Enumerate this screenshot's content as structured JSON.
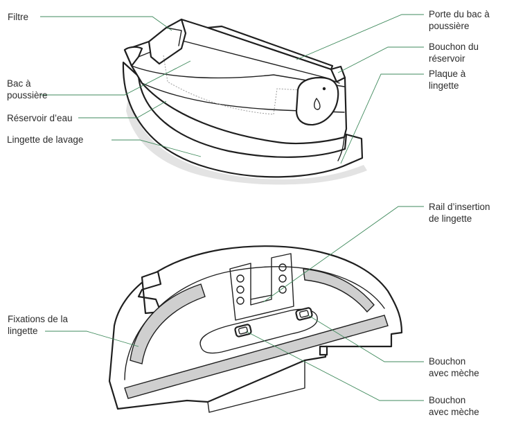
{
  "labels": {
    "filtre": "Filtre",
    "bac_poussiere": "Bac à\npoussière",
    "reservoir_eau": "Réservoir d’eau",
    "lingette_lavage": "Lingette de lavage",
    "porte_bac": "Porte du bac à\npoussière",
    "bouchon_reservoir": "Bouchon du\nréservoir",
    "plaque_lingette": "Plaque à\nlingette",
    "rail_insertion": "Rail d’insertion\nde lingette",
    "fixations_lingette": "Fixations de la\nlingette",
    "bouchon_meche_1": "Bouchon\navec mèche",
    "bouchon_meche_2": "Bouchon\navec mèche"
  },
  "colors": {
    "leader": "#3f8a5c",
    "outline": "#1f1f1f",
    "shade": "#e3e3e3"
  }
}
